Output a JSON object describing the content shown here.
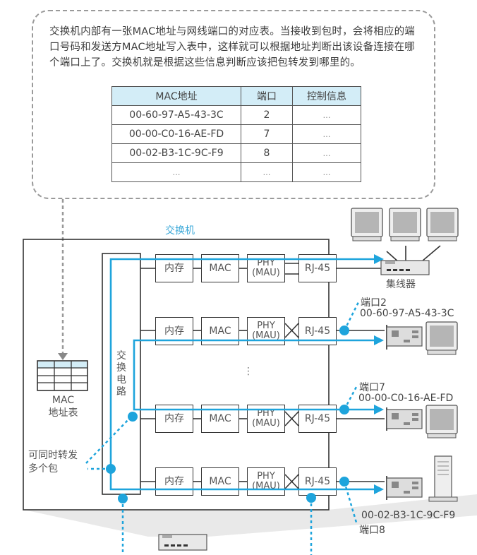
{
  "callout": {
    "description": "交换机内部有一张MAC地址与网线端口的对应表。当接收到包时，会将相应的端口号码和发送方MAC地址写入表中，这样就可以根据地址判断出该设备连接在哪个端口上了。交换机就是根据这些信息判断应该把包转发到哪里的。",
    "table": {
      "headers": [
        "MAC地址",
        "端口",
        "控制信息"
      ],
      "rows": [
        [
          "00-60-97-A5-43-3C",
          "2",
          "…"
        ],
        [
          "00-00-C0-16-AE-FD",
          "7",
          "…"
        ],
        [
          "00-02-B3-1C-9C-F9",
          "8",
          "…"
        ],
        [
          "…",
          "…",
          "…"
        ]
      ]
    }
  },
  "switch": {
    "title": "交换机",
    "mac_table_label_line1": "MAC",
    "mac_table_label_line2": "地址表",
    "switching_circuit_label": "交换电路",
    "concurrent_label_line1": "可同时转发",
    "concurrent_label_line2": "多个包",
    "ellipsis": "⋮",
    "ports": [
      {
        "memory": "内存",
        "mac": "MAC",
        "phy_line1": "PHY",
        "phy_line2": "(MAU)",
        "rj45": "RJ-45"
      },
      {
        "memory": "内存",
        "mac": "MAC",
        "phy_line1": "PHY",
        "phy_line2": "(MAU)",
        "rj45": "RJ-45"
      },
      {
        "memory": "内存",
        "mac": "MAC",
        "phy_line1": "PHY",
        "phy_line2": "(MAU)",
        "rj45": "RJ-45"
      },
      {
        "memory": "内存",
        "mac": "MAC",
        "phy_line1": "PHY",
        "phy_line2": "(MAU)",
        "rj45": "RJ-45"
      }
    ]
  },
  "devices": {
    "hub_label": "集线器",
    "port2_label": "端口2",
    "port2_mac": "00-60-97-A5-43-3C",
    "port7_label": "端口7",
    "port7_mac": "00-00-C0-16-AE-FD",
    "port8_mac": "00-02-B3-1C-9C-F9",
    "port8_label": "端口8"
  },
  "colors": {
    "accent_blue": "#1ea4dc",
    "table_header_bg": "#d3edf7",
    "line": "#333333"
  }
}
